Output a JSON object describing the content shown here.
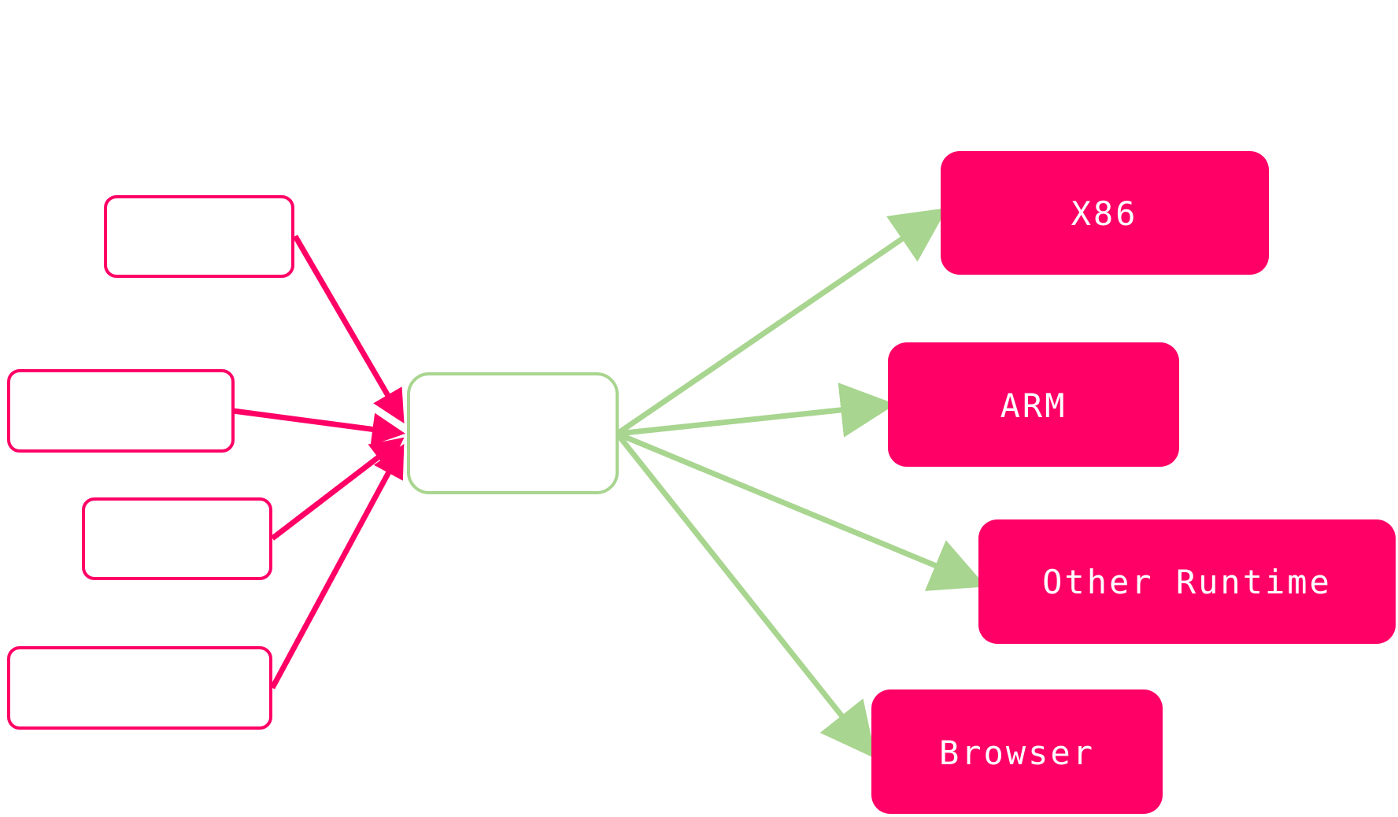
{
  "colors": {
    "source_stroke": "#ff0066",
    "hub_stroke": "#a8d58f",
    "target_fill": "#ff0066",
    "target_text": "#ffffff",
    "arrow_in": "#ff0066",
    "arrow_out": "#a8d58f"
  },
  "diagram": {
    "sources": [
      {
        "label": ""
      },
      {
        "label": ""
      },
      {
        "label": ""
      },
      {
        "label": ""
      }
    ],
    "hub": {
      "label": ""
    },
    "targets": [
      {
        "label": "X86"
      },
      {
        "label": "ARM"
      },
      {
        "label": "Other Runtime"
      },
      {
        "label": "Browser"
      }
    ]
  }
}
